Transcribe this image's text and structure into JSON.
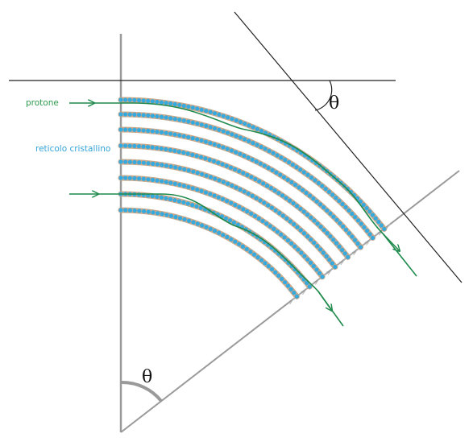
{
  "labels": {
    "proton": "protone",
    "lattice": "reticolo cristallino",
    "theta_bottom": "θ",
    "theta_top": "θ"
  },
  "colors": {
    "lattice_band": "#c9a98b",
    "lattice_dot": "#36a9df",
    "proton_path": "#1f8a4c",
    "frame_gray": "#9a9a9a",
    "frame_black": "#222222"
  }
}
